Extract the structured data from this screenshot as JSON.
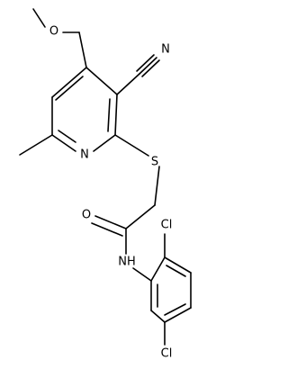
{
  "molecule": {
    "atom_labels": {
      "methoxy_o": "O",
      "cyano_n": "N",
      "pyridine_n": "N",
      "thioether_s": "S",
      "carbonyl_o": "O",
      "amide_nh": "NH",
      "chloro_top": "Cl",
      "chloro_bottom": "Cl"
    }
  }
}
